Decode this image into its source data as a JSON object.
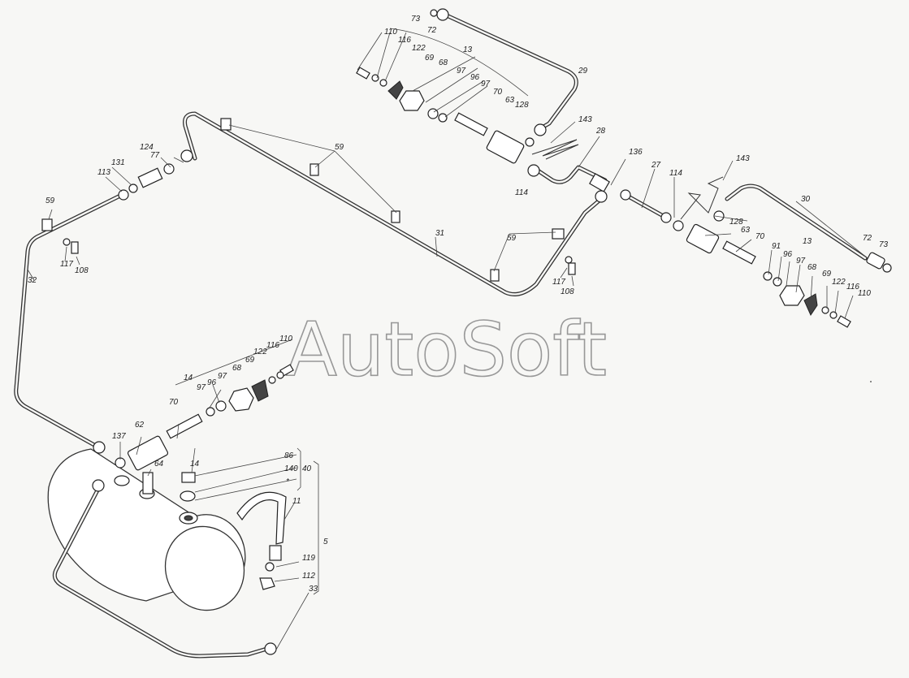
{
  "watermark": "AutoSoft",
  "labels": [
    "73",
    "72",
    "110",
    "116",
    "122",
    "13",
    "69",
    "68",
    "97",
    "96",
    "97",
    "29",
    "70",
    "63",
    "128",
    "143",
    "28",
    "124",
    "77",
    "131",
    "113",
    "59",
    "114",
    "136",
    "27",
    "114",
    "143",
    "30",
    "59",
    "31",
    "117",
    "108",
    "32",
    "128",
    "63",
    "70",
    "13",
    "91",
    "96",
    "97",
    "68",
    "69",
    "122",
    "116",
    "110",
    "72",
    "73",
    "59",
    "117",
    "108",
    "110",
    "116",
    "122",
    "14",
    "97",
    "96",
    "97",
    "68",
    "69",
    "70",
    "62",
    "137",
    "64",
    "14",
    "86",
    "140",
    "40",
    "*",
    "11",
    "5",
    "119",
    "112",
    "33"
  ]
}
